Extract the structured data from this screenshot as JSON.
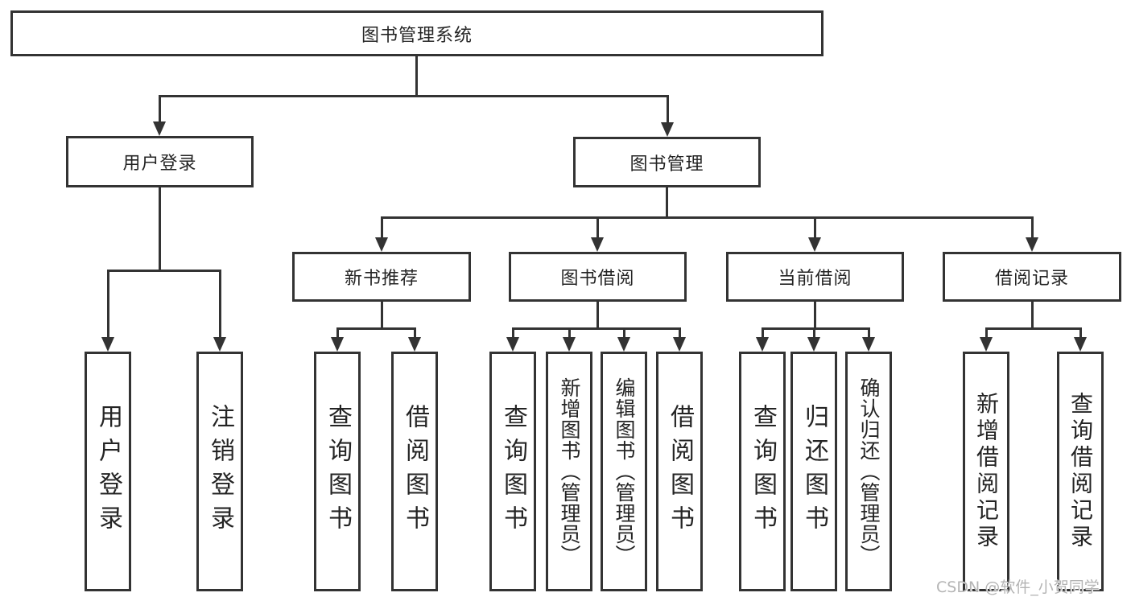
{
  "diagram": {
    "title": "图书管理系统",
    "colors": {
      "line": "#333333",
      "box_background": "#ffffff",
      "text": "#242424",
      "watermark": "#b4b4b4"
    },
    "tree": {
      "root": {
        "label": "图书管理系统"
      },
      "level2": [
        {
          "label": "用户登录"
        },
        {
          "label": "图书管理"
        }
      ],
      "level3": [
        {
          "label": "新书推荐",
          "parent": "图书管理"
        },
        {
          "label": "图书借阅",
          "parent": "图书管理"
        },
        {
          "label": "当前借阅",
          "parent": "图书管理"
        },
        {
          "label": "借阅记录",
          "parent": "图书管理"
        }
      ],
      "leaves": [
        {
          "label": "用户登录",
          "parent": "用户登录"
        },
        {
          "label": "注销登录",
          "parent": "用户登录"
        },
        {
          "label": "查询图书",
          "parent": "新书推荐"
        },
        {
          "label": "借阅图书",
          "parent": "新书推荐"
        },
        {
          "label": "查询图书",
          "parent": "图书借阅"
        },
        {
          "label": "新增图书（管理员）",
          "parent": "图书借阅"
        },
        {
          "label": "编辑图书（管理员）",
          "parent": "图书借阅"
        },
        {
          "label": "借阅图书",
          "parent": "图书借阅"
        },
        {
          "label": "查询图书",
          "parent": "当前借阅"
        },
        {
          "label": "归还图书",
          "parent": "当前借阅"
        },
        {
          "label": "确认归还（管理员）",
          "parent": "当前借阅"
        },
        {
          "label": "新增借阅记录",
          "parent": "借阅记录"
        },
        {
          "label": "查询借阅记录",
          "parent": "借阅记录"
        }
      ]
    },
    "watermark": {
      "text": "CSDN @软件_小贺同学"
    }
  }
}
